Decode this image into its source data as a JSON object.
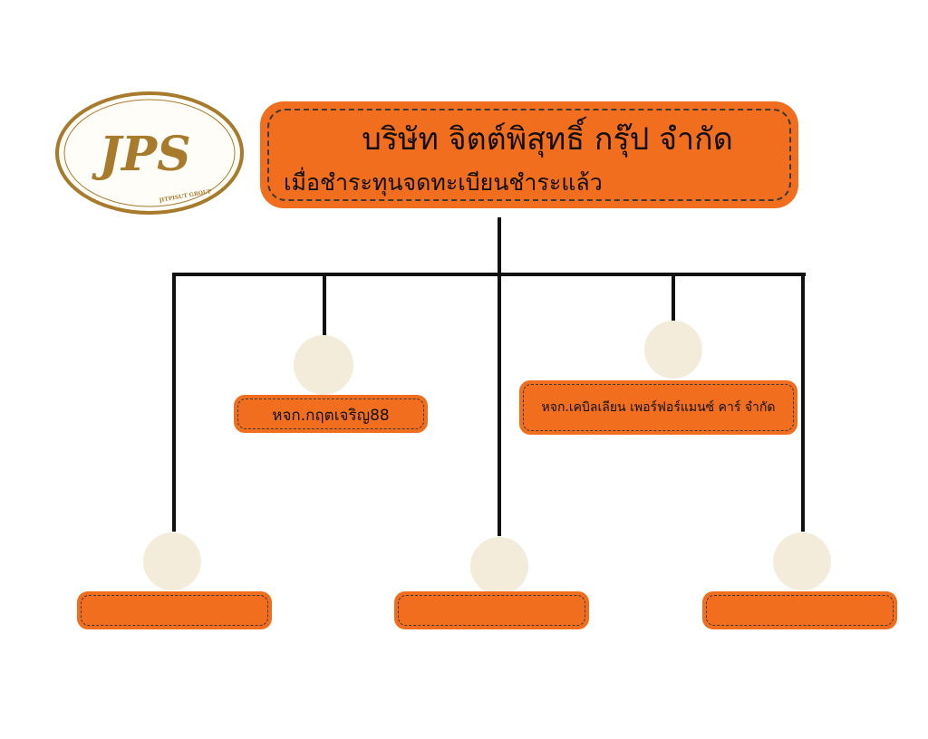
{
  "logo": {
    "text": "JPS",
    "subtext": "JITPISUT GROUP"
  },
  "root": {
    "title": "บริษัท จิตต์พิสุทธิ์ กรุ๊ป จำกัด",
    "subtitle": "เมื่อชำระทุนจดทะเบียนชำระแล้ว"
  },
  "children": [
    {
      "label": "หจก.กฤตเจริญ88"
    },
    {
      "label": "หจก.เคบิลเลียน เพอร์ฟอร์แมนซ์ คาร์ จำกัด"
    },
    {
      "label": ""
    },
    {
      "label": ""
    },
    {
      "label": ""
    }
  ],
  "colors": {
    "box": "#f06e1e",
    "circle": "#f3ecda",
    "logo": "#a87a2c"
  }
}
